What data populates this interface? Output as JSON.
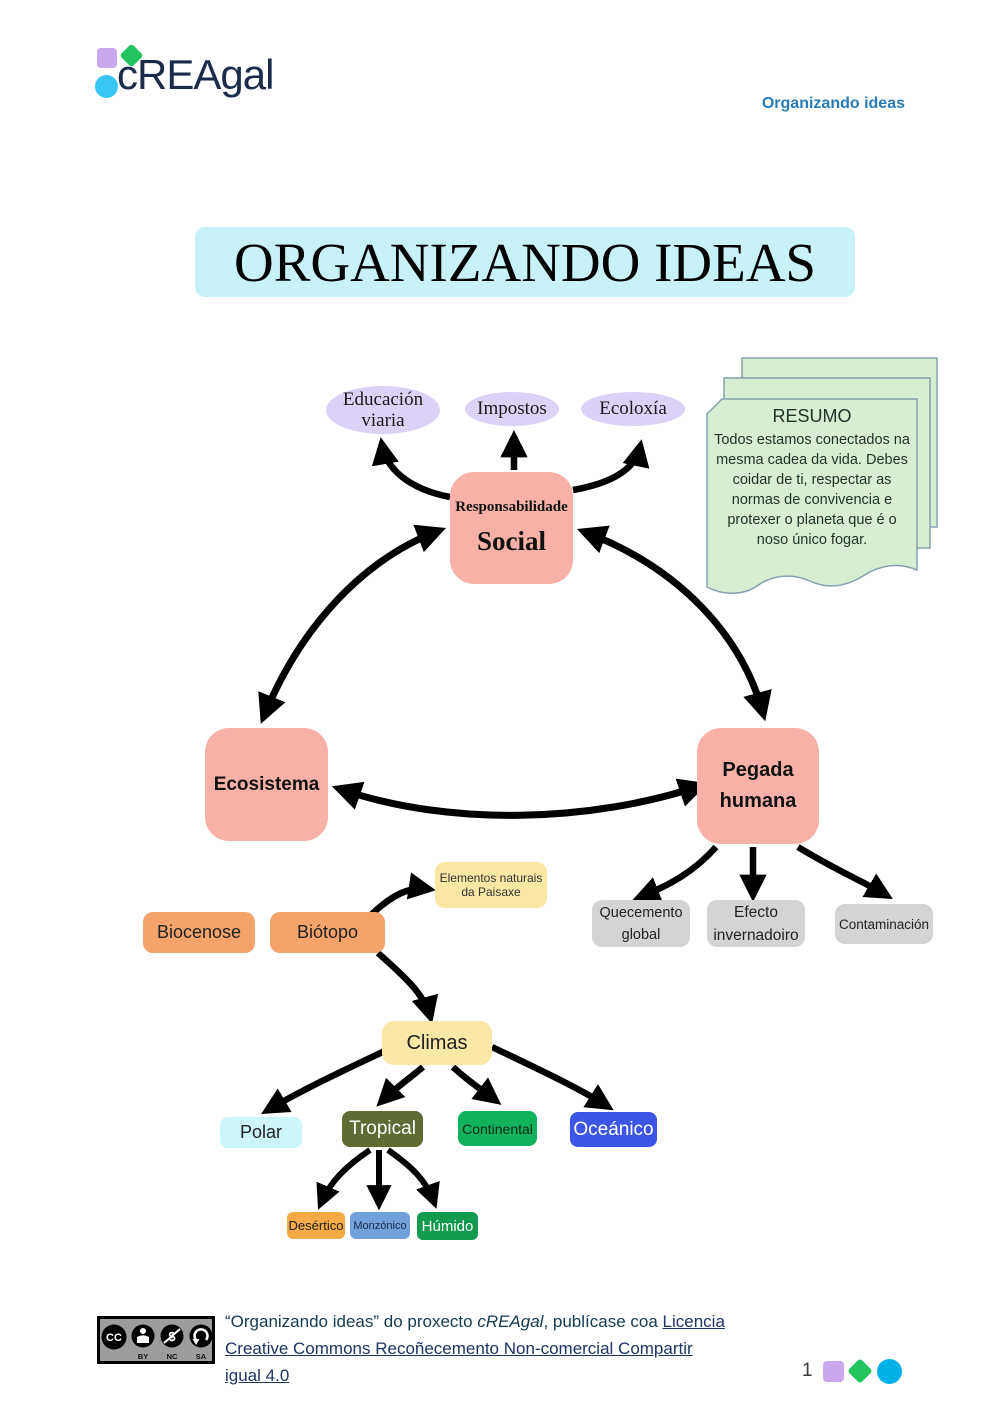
{
  "header": {
    "logo_text": "cREAgal",
    "doc_label": "Organizando ideas"
  },
  "title": "ORGANIZANDO IDEAS",
  "diagram": {
    "ellipses": {
      "educacion": {
        "label": "Educación viaria"
      },
      "impostos": {
        "label": "Impostos"
      },
      "ecoloxia": {
        "label": "Ecoloxía"
      }
    },
    "nodes": {
      "responsabilidade": {
        "line1": "Responsabilidade",
        "line2": "Social"
      },
      "ecosistema": {
        "label": "Ecosistema"
      },
      "pegada": {
        "label": "Pegada humana"
      },
      "quecemento": {
        "label": "Quecemento global"
      },
      "efecto": {
        "label": "Efecto invernadoiro"
      },
      "contaminacion": {
        "label": "Contaminación"
      },
      "biocenose": {
        "label": "Biocenose"
      },
      "biotopo": {
        "label": "Biótopo"
      },
      "elementos": {
        "label": "Elementos naturais da Paisaxe"
      },
      "climas": {
        "label": "Climas"
      },
      "polar": {
        "label": "Polar"
      },
      "tropical": {
        "label": "Tropical"
      },
      "continental": {
        "label": "Continental"
      },
      "oceanico": {
        "label": "Oceánico"
      },
      "desertico": {
        "label": "Desértico"
      },
      "monzonico": {
        "label": "Monzónico"
      },
      "humido": {
        "label": "Húmido"
      }
    },
    "resumo": {
      "title": "RESUMO",
      "body": "Todos estamos conectados na mesma cadea da vida. Debes coidar de ti, respectar as normas de convivencia e protexer o planeta que é o noso único fogar."
    }
  },
  "footer": {
    "license": {
      "prefix": "“Organizando ideas” do proxecto ",
      "project": "cREAgal",
      "mid": ", publícase coa ",
      "link_line1": "Licencia ",
      "link_line2": "Creative Commons Recoñecemento Non-comercial Compartir ",
      "link_line3": "igual 4.0"
    },
    "badge_labels": {
      "cc": "CC",
      "by": "BY",
      "nc": "NC",
      "sa": "SA"
    },
    "page_number": "1"
  },
  "colors": {
    "node_pink": "#f8b1a9",
    "ellipse_lavender": "#dcd1f7",
    "title_cyan": "#c7f2f7",
    "note_green": "#d7eed3",
    "node_orange": "#f4a46b",
    "node_yellow": "#f8e8a4",
    "node_gray": "#d4d4d4",
    "polar_cyan": "#cdf6fa",
    "tropical_olive": "#5e6c34",
    "continental_green": "#10b25e",
    "oceanic_blue": "#3b55e6",
    "desert_amber": "#f4aa47",
    "monsoon_blue": "#70a1da",
    "humid_green": "#129b4e",
    "header_blue": "#2a7ab6",
    "logo_navy": "#1b2b4a"
  }
}
